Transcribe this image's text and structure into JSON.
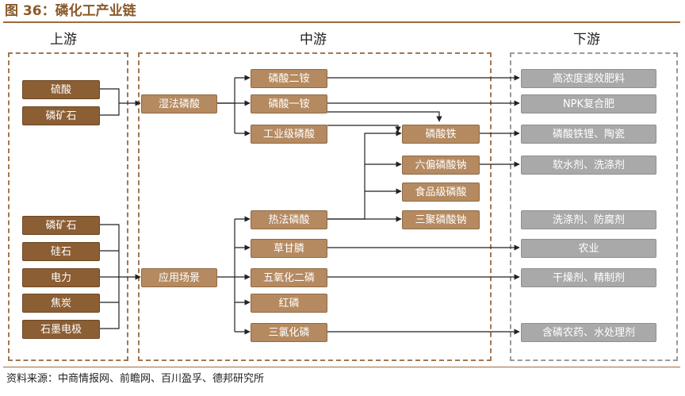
{
  "title": "图 36：磷化工产业链",
  "columns": {
    "upstream": "上游",
    "midstream": "中游",
    "downstream": "下游"
  },
  "upstream": {
    "group1": [
      "硫酸",
      "磷矿石"
    ],
    "group2": [
      "磷矿石",
      "硅石",
      "电力",
      "焦炭",
      "石墨电极"
    ]
  },
  "process": {
    "wet": "湿法磷酸",
    "apply": "应用场景"
  },
  "mid_products": {
    "map": "磷酸二铵",
    "dap": "磷酸一铵",
    "industrial": "工业级磷酸",
    "thermal": "热法磷酸",
    "glyphosate": "草甘膦",
    "p2o5": "五氧化二磷",
    "redp": "红磷",
    "pcl3": "三氯化磷"
  },
  "fine_products": {
    "iron": "磷酸铁",
    "shmp": "六偏磷酸钠",
    "food": "食品级磷酸",
    "stpp": "三聚磷酸钠"
  },
  "downstream": {
    "fert": "高浓度速效肥料",
    "npk": "NPK复合肥",
    "lfp": "磷酸铁锂、陶瓷",
    "softener": "软水剂、洗涤剂",
    "detergent": "洗涤剂、防腐剂",
    "agri": "农业",
    "desiccant": "干燥剂、精制剂",
    "pesticide": "含磷农药、水处理剂"
  },
  "source": "资料来源：中商情报网、前瞻网、百川盈孚、德邦研究所"
}
